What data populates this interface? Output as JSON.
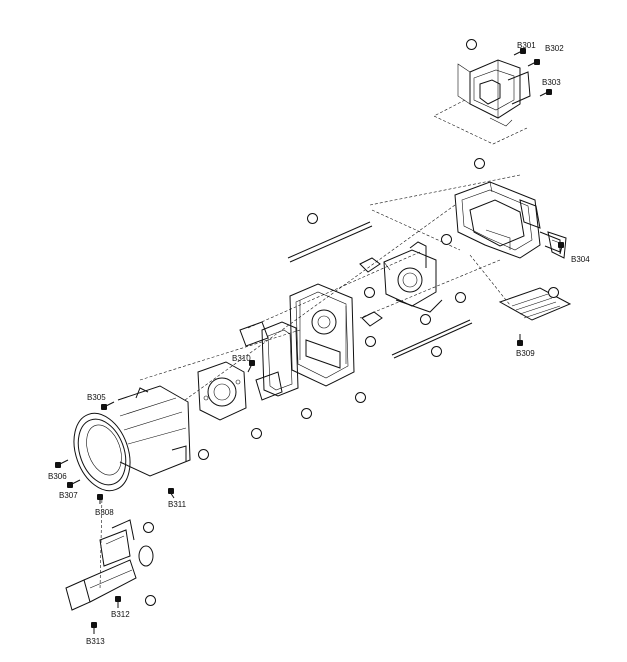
{
  "diagram": {
    "part_labels": [
      "B301",
      "B302",
      "B303",
      "B304",
      "B305",
      "B306",
      "B307",
      "B308",
      "B309",
      "B310",
      "B311",
      "B312",
      "B313"
    ]
  }
}
